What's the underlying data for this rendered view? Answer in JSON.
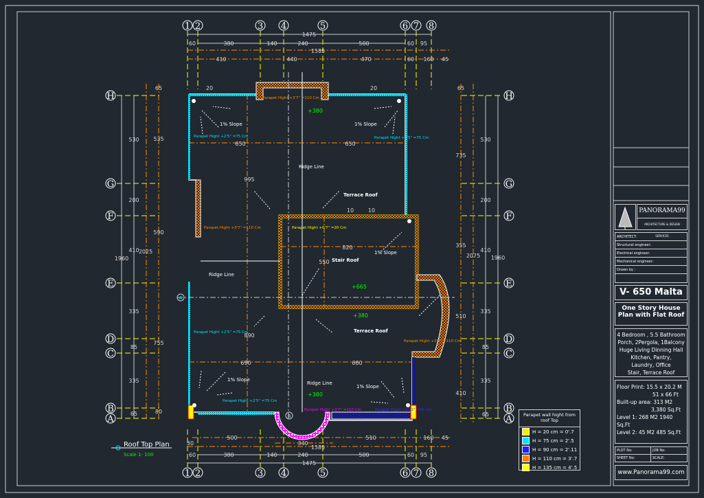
{
  "grid": {
    "cols": [
      "1",
      "2",
      "3",
      "4",
      "5",
      "6",
      "7",
      "8"
    ],
    "rows": [
      "H",
      "G",
      "F",
      "E",
      "D",
      "C",
      "B",
      "A"
    ]
  },
  "dims_top": {
    "overall": "1475",
    "row2": [
      "60",
      "380",
      "140",
      "240",
      "500",
      "60",
      "95"
    ],
    "total": "1585",
    "row4": [
      "410",
      "440",
      "470",
      "60",
      "160",
      "45"
    ]
  },
  "dims_bottom": {
    "row1": [
      "500",
      "510",
      "160",
      "45"
    ],
    "row2": [
      "30",
      "340"
    ],
    "total": "1585",
    "row3": [
      "60",
      "380",
      "140",
      "240",
      "500",
      "60",
      "95"
    ],
    "overall": "1475"
  },
  "dims_left": [
    "65",
    "530",
    "535",
    "200",
    "590",
    "410",
    "2025",
    "1960",
    "335",
    "755",
    "85",
    "335",
    "65",
    "80"
  ],
  "dims_right": [
    "65",
    "735",
    "530",
    "200",
    "355",
    "410",
    "2075",
    "1960",
    "510",
    "335",
    "85",
    "335",
    "410",
    "65"
  ],
  "plan": {
    "inner_dims": [
      "650",
      "650",
      "995",
      "820",
      "550",
      "890",
      "690",
      "660"
    ],
    "small_dims": [
      "20",
      "20",
      "10",
      "10"
    ],
    "parapet_orange_top": "Parapet Hight +3'7\" =110 Cm",
    "parapet_cyan_tl": "Parapet Hight +2'5\" =75 Cm",
    "parapet_cyan_tr": "Parapet Hight +2'5\" =75 Cm",
    "parapet_orange_left": "Parapet Hight +3'7\" =110 Cm",
    "parapet_yellow": "Parapet Hight +0'7\" =20 Cm",
    "parapet_cyan_bl": "Parapet Hight +2'5\" =75 Cm",
    "parapet_cyan_b": "Parapet Hight +2'5\" =75 Cm",
    "parapet_orange_right": "Parapet Hight +3'7\" =110 Cm",
    "parapet_magenta": "Parapet Hight +3'7\" =110 Cm",
    "parapet_blue": "Parapet Hight +2'11\" =90 Cm",
    "slope": "1% Slope",
    "ridge": "Ridge Line",
    "terrace": "Terrace Roof",
    "stair": "Stair Roof",
    "lvl380": "+380",
    "lvl665": "+665",
    "section_a": "A",
    "section_b": "B"
  },
  "plan_title": {
    "title": "Roof Top Plan",
    "scale": "Scale  1- 100"
  },
  "legend": {
    "title": "Parapet wall hight from roof Top",
    "items": [
      {
        "label": "H = 20 cm = 0'.7",
        "color": "#f0f000"
      },
      {
        "label": "H = 75 cm = 2'.5",
        "color": "#00e5ff"
      },
      {
        "label": "H = 90 cm = 2'.11",
        "color": "#2020ff"
      },
      {
        "label": "H = 110 cm = 3'.7",
        "color": "#ff8000"
      },
      {
        "label": "H = 135 cm = 4'.5",
        "color": "#ffff00"
      }
    ]
  },
  "titleblock": {
    "brand": "PANORAMA99",
    "brand_sub": "ARCHITECTURE & DESIGN SERVICES",
    "rows": [
      "ARCHITECT:",
      "Structural engineer:",
      "Electrical engineer:",
      "Mechanical engineer:",
      "Drawn by :"
    ],
    "code": "V- 650 Malta",
    "type": "One Story House Plan with Flat Roof",
    "desc": [
      "4 Bedroom , 5.5 Bathroom",
      "Porch, 2Pergola, 1Balcony",
      "Huge Living Dinning Hall",
      "Kitchen, Pantry,",
      "Laundry, Office",
      "Stair, Terrace Roof"
    ],
    "stats": [
      "Floor Print: 15.5 x 20.2 M",
      "51 x 66 Ft",
      "Built-up area: 313 M2",
      "3,380 Sq.Ft",
      "Level 1: 268 M2 1940 Sq.Ft",
      "Level 2:   45 M2   485 Sq.Ft"
    ],
    "plot": "PLOT No:",
    "job": "JOB No:",
    "sheet": "SHEET No:",
    "scale": "SCALE:",
    "website": "www.Panorama99.com"
  },
  "colors": {
    "bg": "#212830",
    "grid": "#ffff00",
    "orange": "#ff8c00",
    "cyan": "#00e5ff",
    "green": "#00ff00",
    "magenta": "#ff00ff",
    "blue": "#2020ff"
  }
}
